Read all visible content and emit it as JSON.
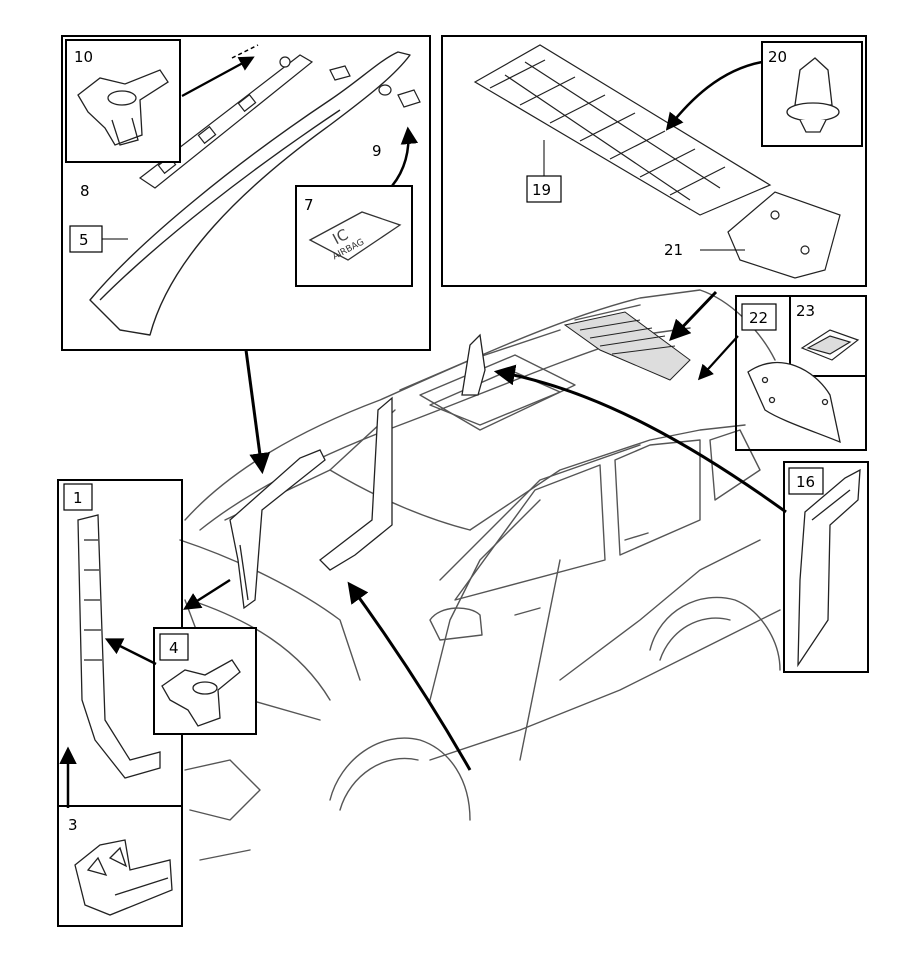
{
  "diagram": {
    "callouts": {
      "n1": "1",
      "n3": "3",
      "n4": "4",
      "n5": "5",
      "n7": "7",
      "n8": "8",
      "n9": "9",
      "n10": "10",
      "n16": "16",
      "n19": "19",
      "n20": "20",
      "n21": "21",
      "n22": "22",
      "n23": "23"
    },
    "airbag_label": "AIRBAG",
    "airbag_mark": "IC"
  }
}
